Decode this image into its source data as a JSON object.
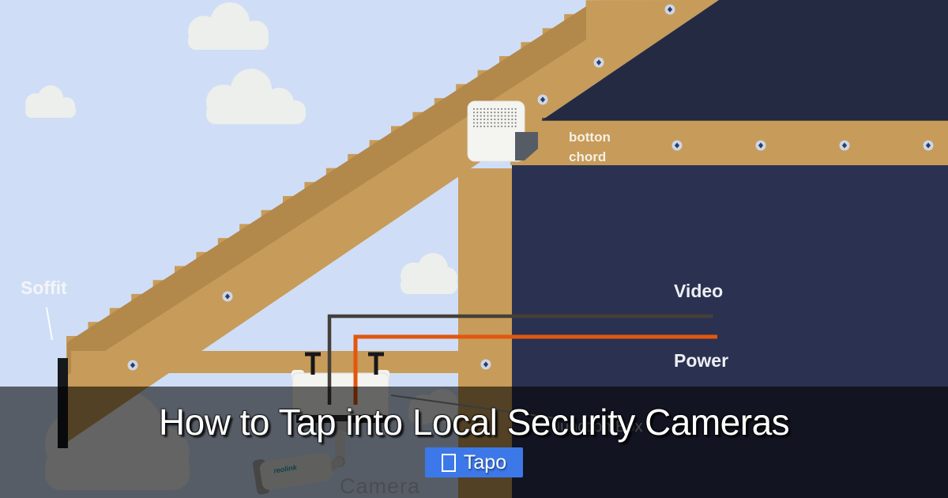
{
  "page": {
    "title_overlay": "How to Tap into Local Security Cameras"
  },
  "badge": {
    "label": "Tapo",
    "icon": "missing-glyph-box"
  },
  "diagram_labels": {
    "soffit": "Soffit",
    "bottom_chord": "botton\nchord",
    "video": "Video",
    "power": "Power",
    "junction_box": "Junction Box",
    "camera": "Camera",
    "camera_logo": "reolink"
  },
  "colors": {
    "sky": "#cfdef6",
    "cloud": "#ecefec",
    "wood": "#c79b59",
    "wood_dark": "#b2884b",
    "navy_roof": "#242a42",
    "navy_wall": "#2b3150",
    "screw_fill": "#ccd7e8",
    "screw_cross": "#2f3c60",
    "fascia": "#17181b",
    "vent_box": "#f4f4f1",
    "bracket": "#565c66",
    "wire_video": "#443f39",
    "wire_power": "#e2570e",
    "box_white": "#f3f3f0",
    "camera_body": "#e2e3e1",
    "logo_teal": "#1d9fae",
    "badge_blue": "#3d78e8",
    "title": "#ffffff",
    "overlay": "rgba(0,0,0,0.58)"
  }
}
